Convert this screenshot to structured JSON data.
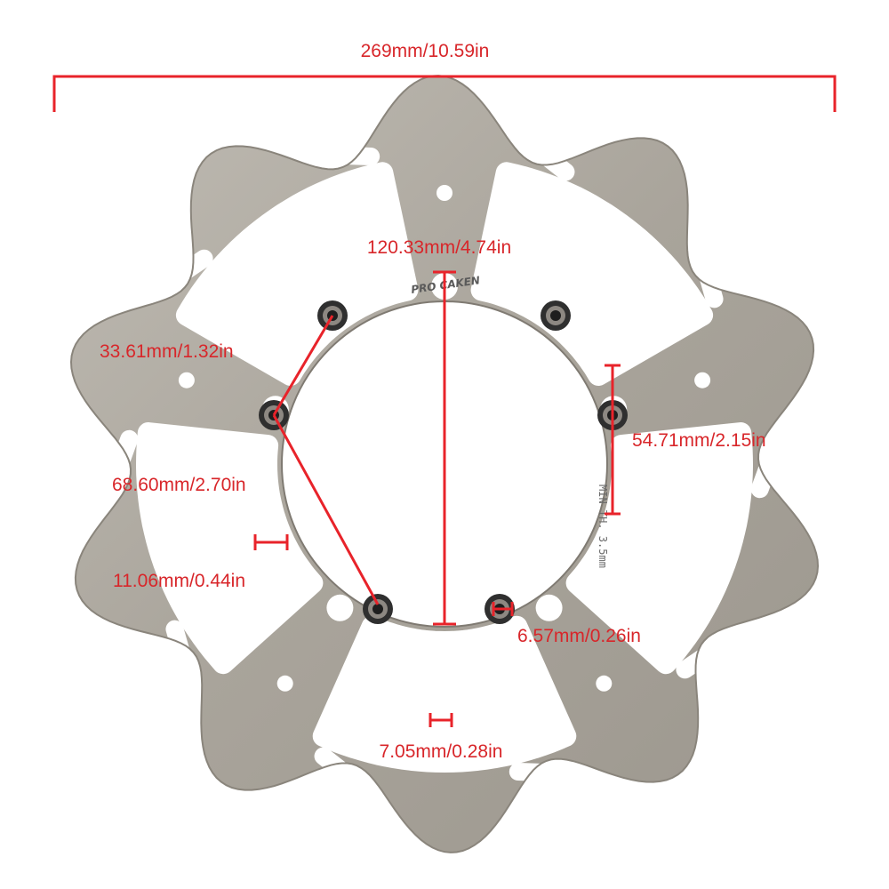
{
  "labels": {
    "overall_diameter": "269mm/10.59in",
    "mount_circle": "120.33mm/4.74in",
    "bolt_spacing_short": "33.61mm/1.32in",
    "bolt_spacing_long": "68.60mm/2.70in",
    "bolt_spacing_right": "54.71mm/2.15in",
    "slot_width": "11.06mm/0.44in",
    "bolt_hole": "6.57mm/0.26in",
    "small_hole": "7.05mm/0.28in"
  },
  "markings": {
    "brand": "PRO CAKEN",
    "min_thickness": "MIN TH. 3.5mm"
  },
  "colors": {
    "dimension": "#e8232a",
    "disc_metal": "#a9a49c",
    "background": "#ffffff"
  }
}
